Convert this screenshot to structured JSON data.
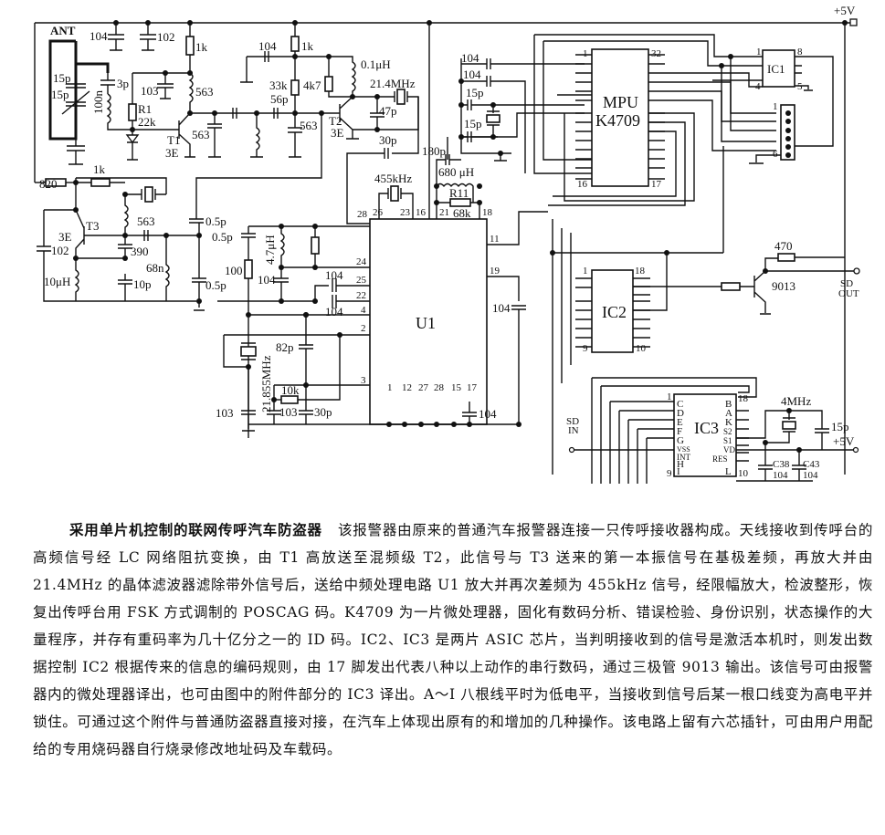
{
  "figure": {
    "title": "采用单片机控制的联网传呼汽车防盗器",
    "supply_label": "+5V",
    "antenna_label": "ANT",
    "components": {
      "c_104_a": "104",
      "c_102_a": "102",
      "r_1k_a": "1k",
      "c_104_b": "104",
      "r_1k_b": "1k",
      "c_15p_a": "15p",
      "c_15p_b": "15p",
      "c_3p": "3p",
      "l_100n": "100n",
      "c_103_a": "103",
      "r1_name": "R1",
      "r1_value": "22k",
      "l_563_a": "563",
      "t1_name": "T1",
      "t1_type": "3E",
      "c_563_t1": "563",
      "r_33k": "33k",
      "c_56p": "56p",
      "r_4k7": "4k7",
      "l_01uh": "0.1μH",
      "xtal_21_4": "21.4MHz",
      "c_47p": "47p",
      "c_563_b": "563",
      "t2_name": "T2",
      "t2_type": "3E",
      "c_30p_a": "30p",
      "r_820": "820",
      "r_1k_c": "1k",
      "t3_name": "T3",
      "t3_type": "3E",
      "c_563_c": "563",
      "c_102_b": "102",
      "c_390": "390",
      "l_10uh": "10μH",
      "c_10p": "10p",
      "l_68n": "68n",
      "c_05p_a": "0.5p",
      "c_05p_b": "0.5p",
      "c_05p_c": "0.5p",
      "r_100": "100",
      "l_47uh": "4.7μH",
      "c_104_c": "104",
      "c_104_d": "104",
      "c_104_e": "104",
      "xtal_455": "455kHz",
      "c_180p": "180p",
      "l_680uh": "680 μH",
      "r11_name": "R11",
      "r11_value": "68k",
      "c_104_f": "104",
      "c_82p": "82p",
      "xtal_21_855": "21.855MHz",
      "r_10k": "10k",
      "c_103_b": "103",
      "c_103_c": "103",
      "c_30p_b": "30p",
      "c_104_g": "104",
      "c_104_h": "104",
      "c_104_i": "104",
      "c_15p_c": "15p",
      "c_15p_d": "15p",
      "r_470": "470",
      "q_9013": "9013",
      "sd_out": "SD\nOUT",
      "sd_in": "SD\nIN",
      "xtal_4mhz": "4MHz",
      "c_15p_e": "15p",
      "c38_name": "C38",
      "c43_name": "C43",
      "c38_value": "104",
      "c43_value": "104"
    },
    "chips": {
      "u1": {
        "name": "U1",
        "pins_top": [
          "28",
          "26",
          "23",
          "16",
          "21",
          "18"
        ],
        "pins_left": [
          "24",
          "25",
          "22",
          "4",
          "2",
          "3"
        ],
        "pins_right": [
          "11",
          "19"
        ],
        "pins_bottom": [
          "1",
          "12",
          "27",
          "28",
          "15",
          "17"
        ]
      },
      "mpu": {
        "name": "MPU",
        "part": "K4709",
        "pins": [
          "1",
          "32",
          "16",
          "17"
        ]
      },
      "ic1": {
        "name": "IC1",
        "pins": [
          "1",
          "8",
          "4",
          "5"
        ]
      },
      "ic2": {
        "name": "IC2",
        "pins": [
          "1",
          "18",
          "9",
          "10"
        ]
      },
      "ic3": {
        "name": "IC3",
        "pins": [
          "1",
          "18",
          "9",
          "10"
        ],
        "left_labels": [
          "C",
          "D",
          "E",
          "F",
          "G",
          "VSS",
          "INT",
          "H",
          "I"
        ],
        "right_labels": [
          "B",
          "A",
          "K",
          "S2",
          "S1",
          "VD",
          "RES",
          "L"
        ]
      },
      "header": {
        "pins": [
          "1",
          "6"
        ]
      }
    }
  },
  "caption": {
    "title": "采用单片机控制的联网传呼汽车防盗器",
    "body": "该报警器由原来的普通汽车报警器连接一只传呼接收器构成。天线接收到传呼台的高频信号经 LC 网络阻抗变换，由 T1 高放送至混频级 T2，此信号与 T3 送来的第一本振信号在基极差频，再放大并由 21.4MHz 的晶体滤波器滤除带外信号后，送给中频处理电路 U1 放大并再次差频为 455kHz 信号，经限幅放大，检波整形，恢复出传呼台用 FSK 方式调制的 POSCAG 码。K4709 为一片微处理器，固化有数码分析、错误检验、身份识别，状态操作的大量程序，并存有重码率为几十亿分之一的 ID 码。IC2、IC3 是两片 ASIC 芯片，当判明接收到的信号是激活本机时，则发出数据控制 IC2 根据传来的信息的编码规则，由 17 脚发出代表八种以上动作的串行数码，通过三极管 9013 输出。该信号可由报警器内的微处理器译出，也可由图中的附件部分的 IC3 译出。A～I 八根线平时为低电平，当接收到信号后某一根口线变为高电平并锁住。可通过这个附件与普通防盗器直接对接，在汽车上体现出原有的和增加的几种操作。该电路上留有六芯插针，可由用户用配给的专用烧码器自行烧录修改地址码及车载码。"
  }
}
